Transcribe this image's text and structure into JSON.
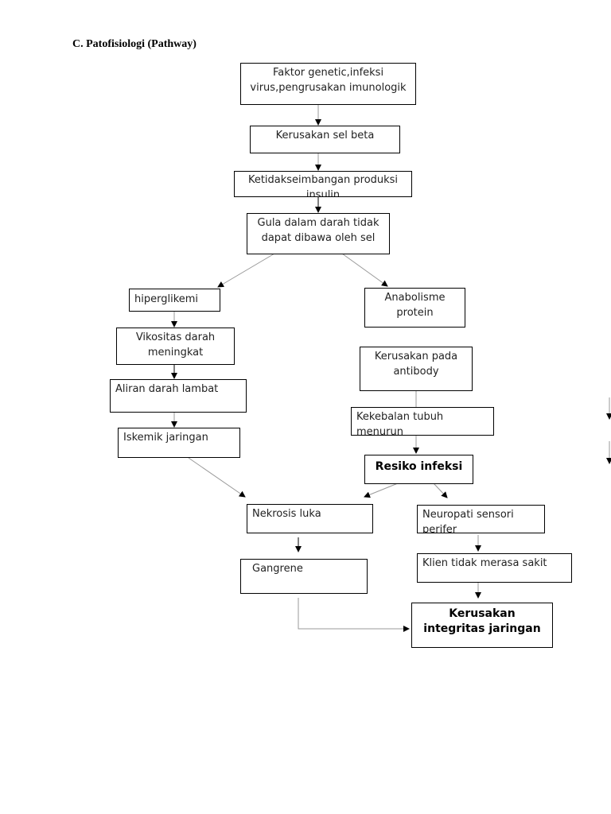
{
  "title": "C. Patofisiologi (Pathway)",
  "nodes": {
    "faktor": "Faktor genetic,infeksi virus,pengrusakan imunologik",
    "kerusakan_sel_beta": "Kerusakan sel beta",
    "ketidakseimbangan": "Ketidakseimbangan produksi insulin",
    "gula": "Gula dalam darah tidak dapat dibawa oleh sel",
    "hiperglikemi": "hiperglikemi",
    "anabolisme": "Anabolisme protein",
    "vikositas": "Vikositas darah meningkat",
    "kerusakan_antibody": "Kerusakan pada antibody",
    "aliran": "Aliran darah lambat",
    "kekebalan": "Kekebalan tubuh menurun",
    "iskemik": "Iskemik jaringan",
    "resiko": "Resiko infeksi",
    "nekrosis": "Nekrosis luka",
    "neuropati": "Neuropati sensori perifer",
    "gangrene": "Gangrene",
    "klien": "Klien tidak merasa sakit",
    "kerusakan_integritas": "Kerusakan integritas jaringan"
  }
}
